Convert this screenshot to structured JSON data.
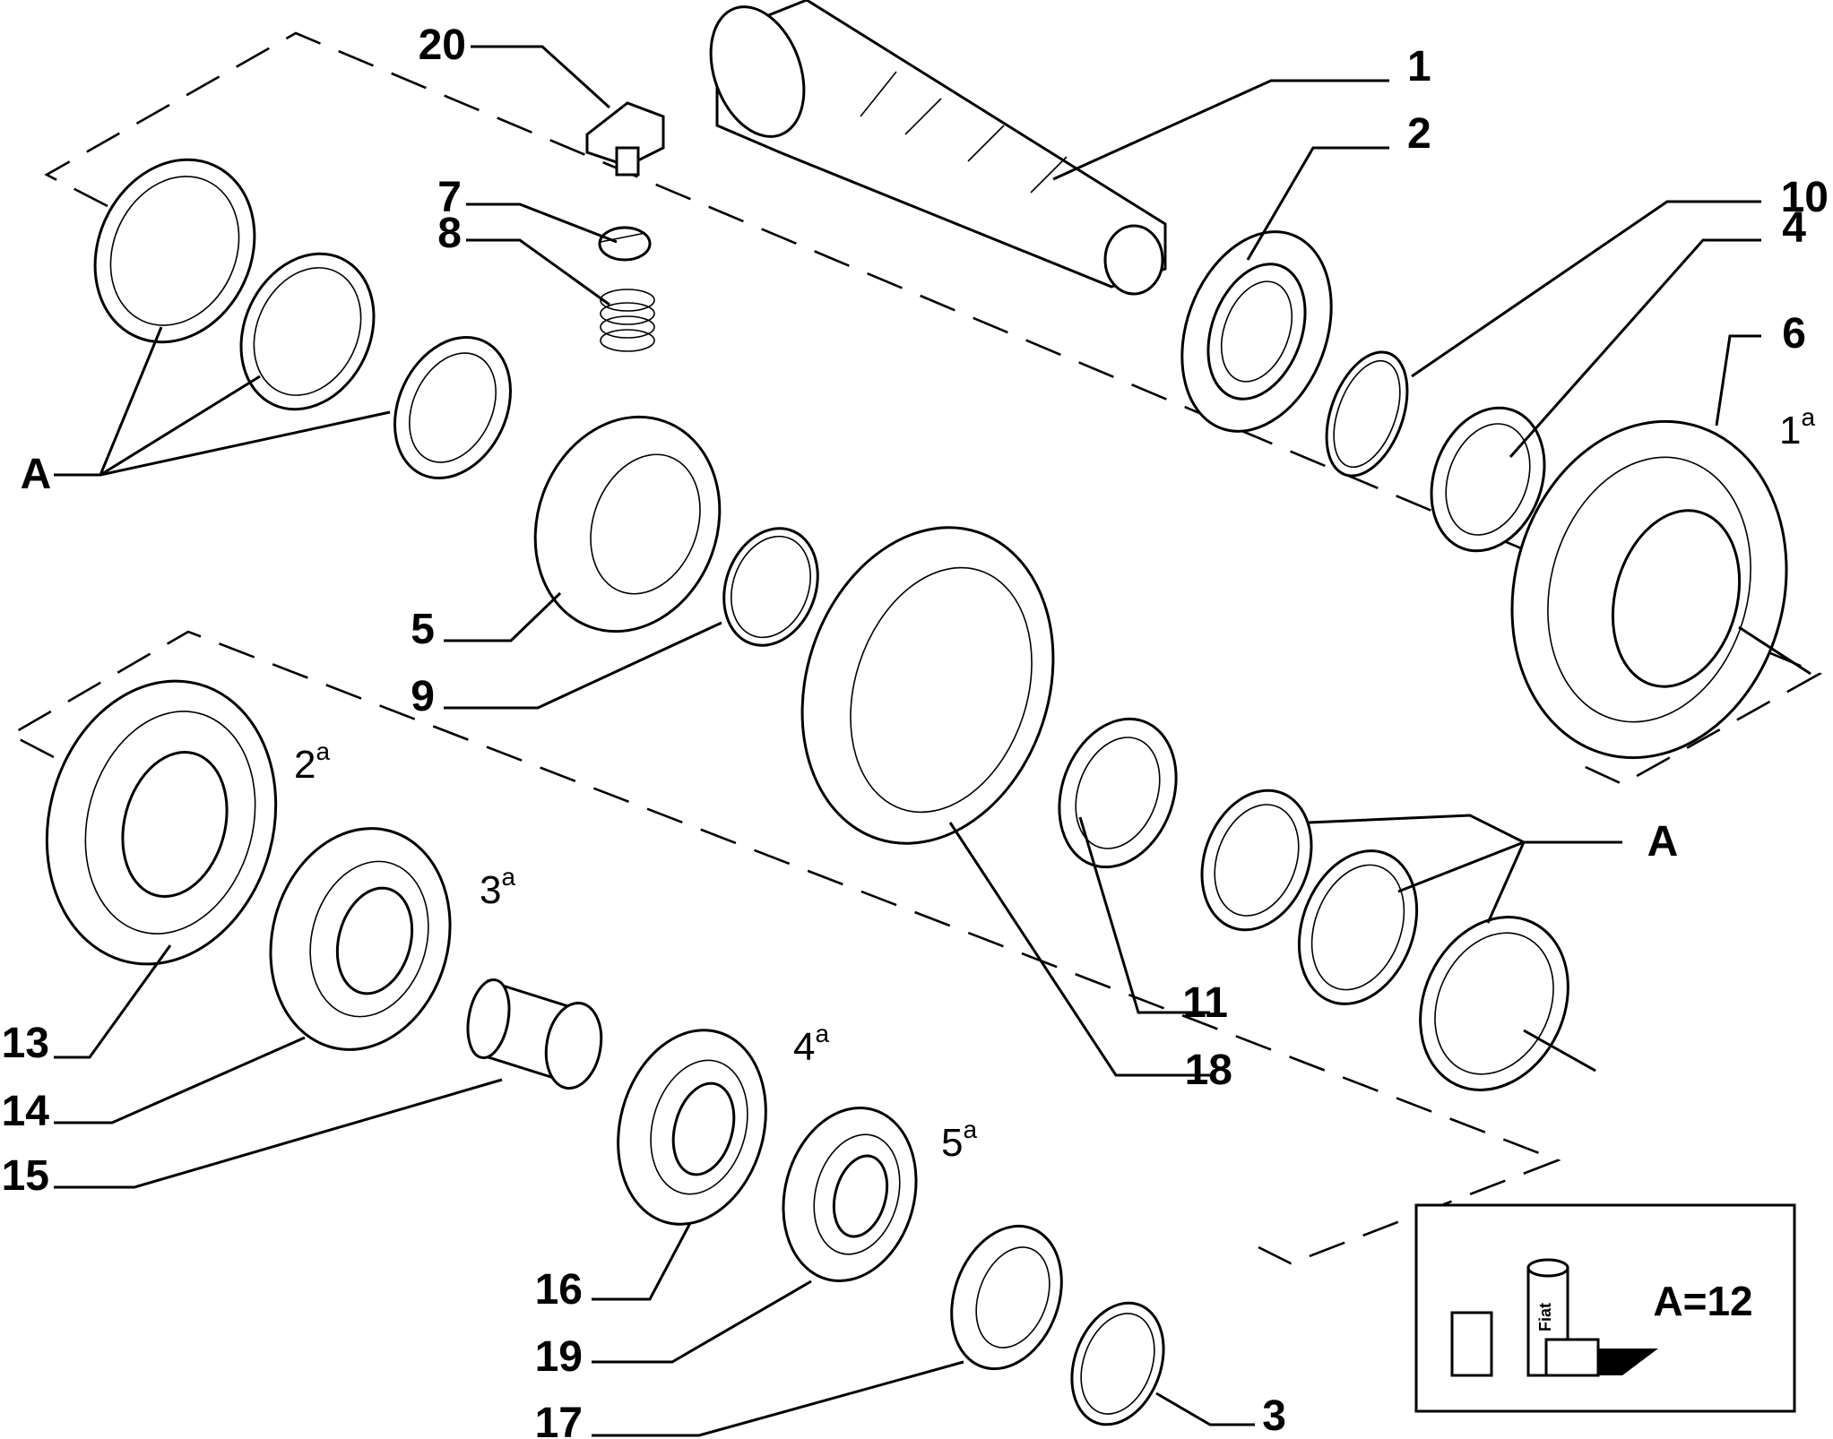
{
  "diagram": {
    "part_numbers": [
      "1",
      "2",
      "3",
      "4",
      "5",
      "6",
      "7",
      "8",
      "9",
      "10",
      "11",
      "13",
      "14",
      "15",
      "16",
      "17",
      "18",
      "19",
      "20"
    ],
    "group_label": "A",
    "gear_labels": [
      {
        "base": "1",
        "sup": "a"
      },
      {
        "base": "2",
        "sup": "a"
      },
      {
        "base": "3",
        "sup": "a"
      },
      {
        "base": "4",
        "sup": "a"
      },
      {
        "base": "5",
        "sup": "a"
      }
    ],
    "kit_box": {
      "text": "A=12",
      "can_label": "Fiat"
    }
  }
}
